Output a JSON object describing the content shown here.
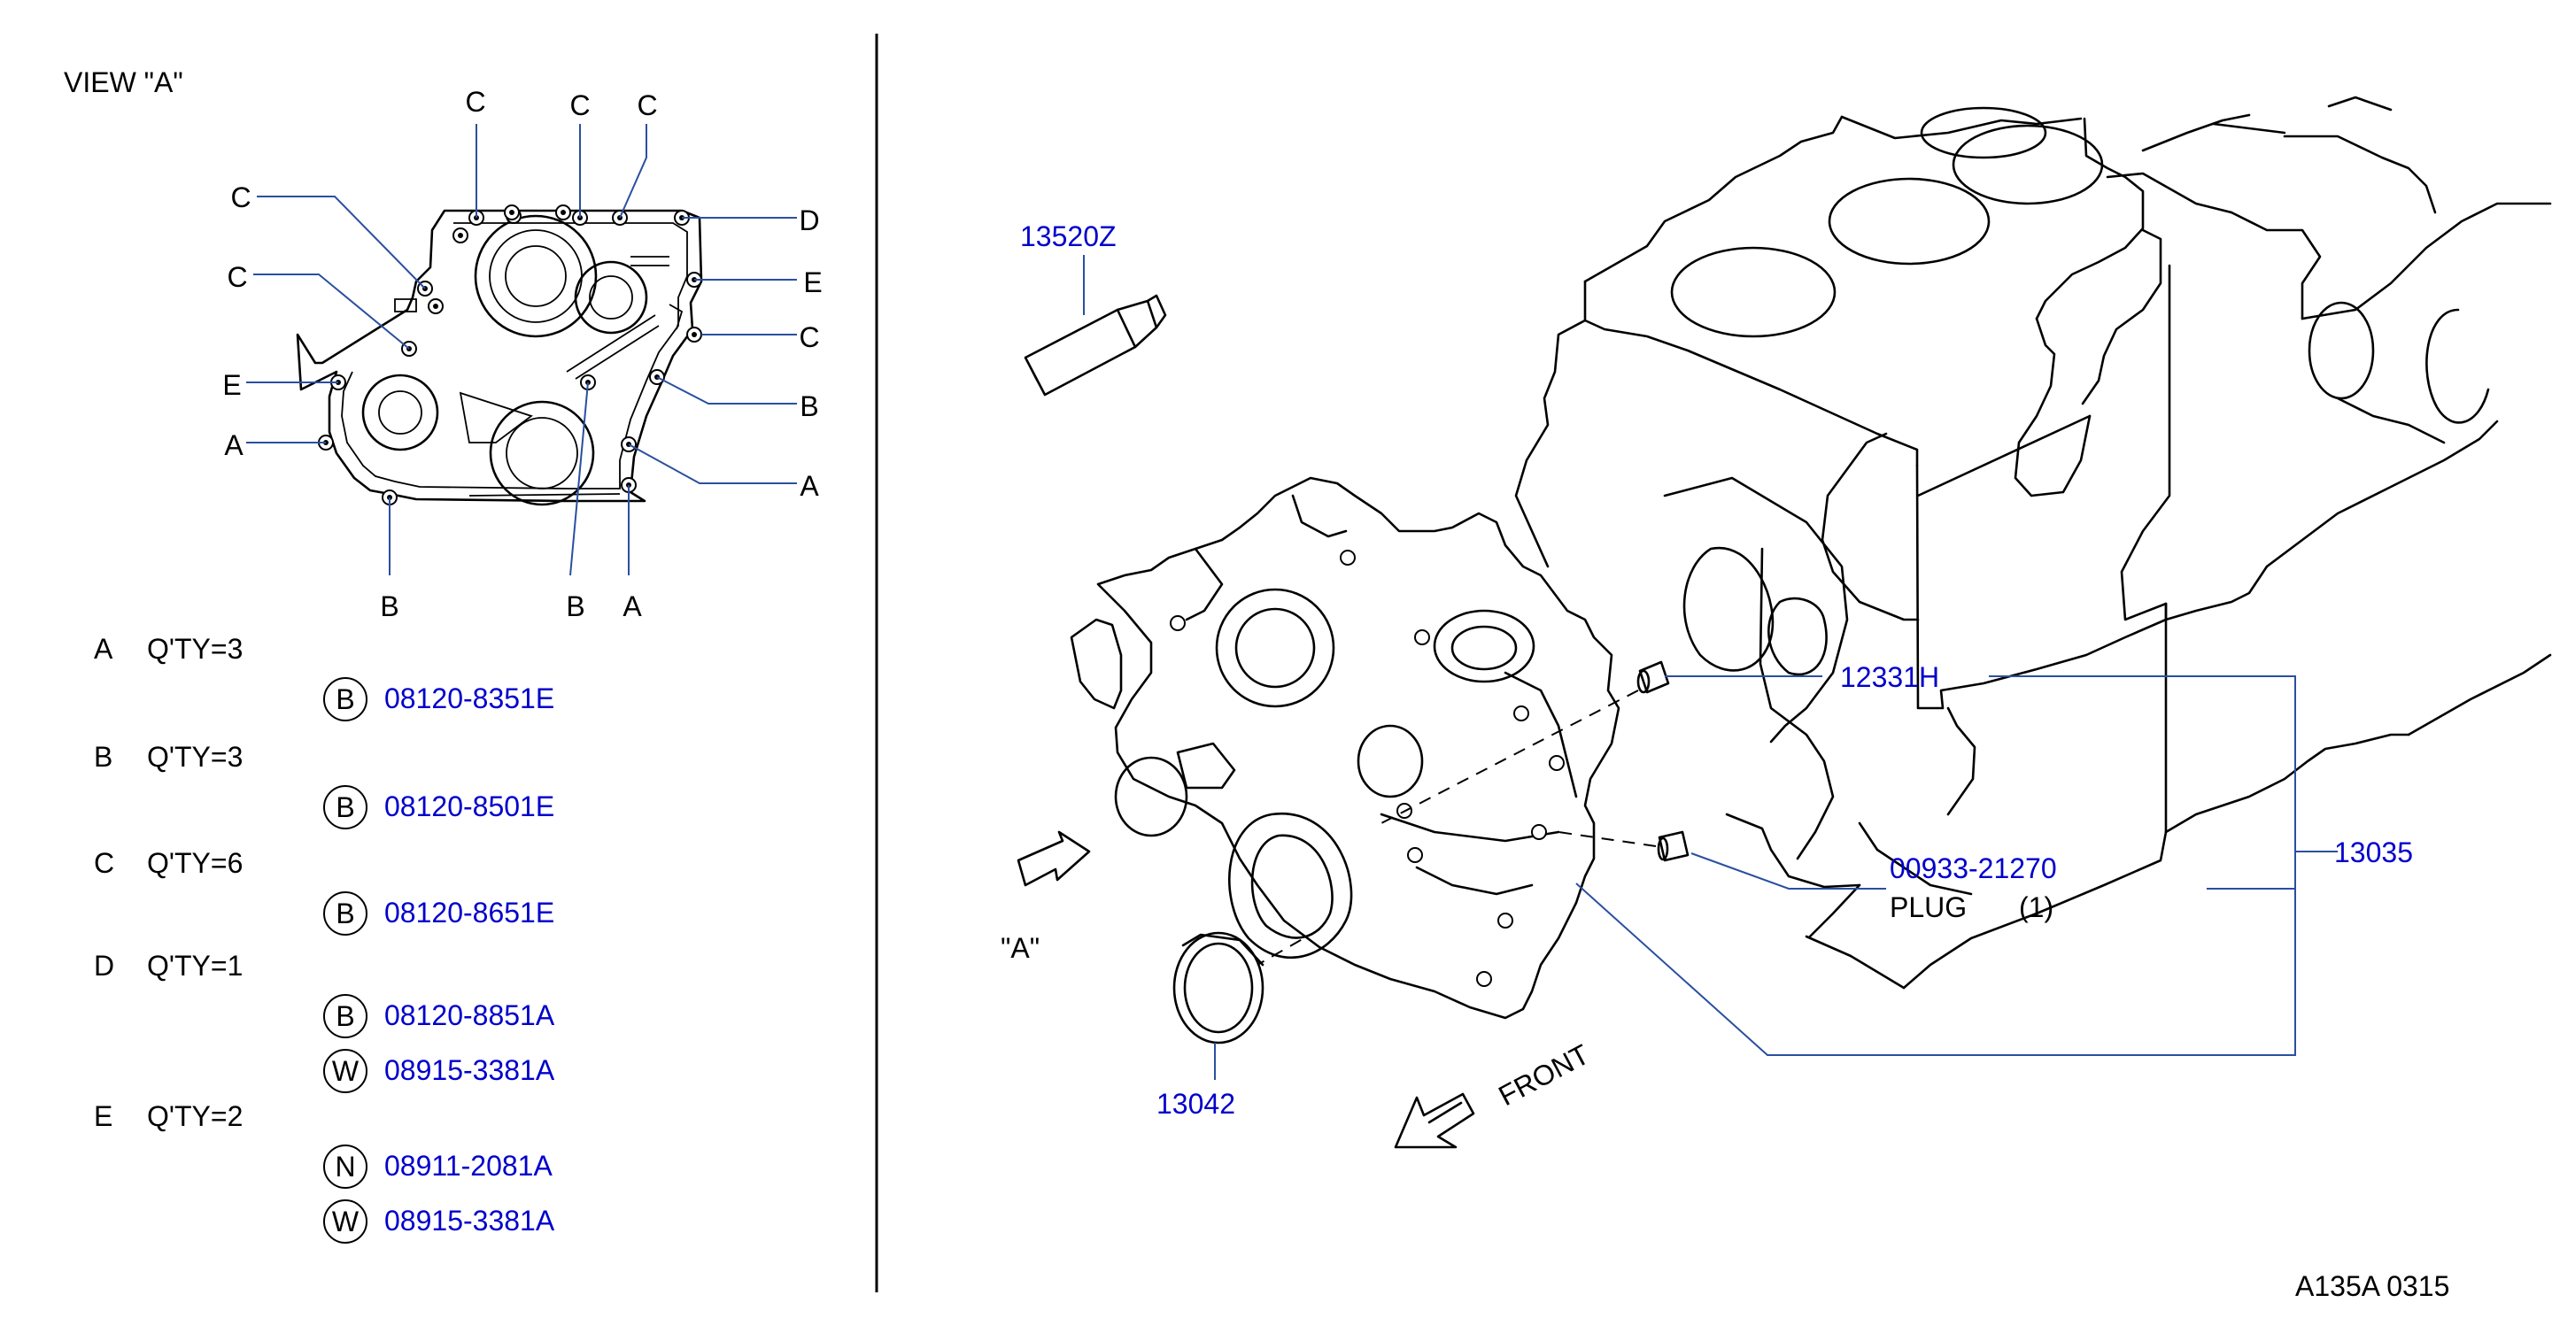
{
  "view_label": "VIEW \"A\"",
  "arrow_label": "\"A\"",
  "front_label": "FRONT",
  "view_callouts": [
    {
      "text": "C"
    },
    {
      "text": "C"
    },
    {
      "text": "C"
    },
    {
      "text": "C"
    },
    {
      "text": "D"
    },
    {
      "text": "C"
    },
    {
      "text": "E"
    },
    {
      "text": "C"
    },
    {
      "text": "E"
    },
    {
      "text": "B"
    },
    {
      "text": "A"
    },
    {
      "text": "A"
    },
    {
      "text": "B"
    },
    {
      "text": "B"
    },
    {
      "text": "A"
    }
  ],
  "fastener_groups": [
    {
      "letter": "A",
      "qty": "Q'TY=3",
      "parts": [
        {
          "symbol": "B",
          "number": "08120-8351E"
        }
      ]
    },
    {
      "letter": "B",
      "qty": "Q'TY=3",
      "parts": [
        {
          "symbol": "B",
          "number": "08120-8501E"
        }
      ]
    },
    {
      "letter": "C",
      "qty": "Q'TY=6",
      "parts": [
        {
          "symbol": "B",
          "number": "08120-8651E"
        }
      ]
    },
    {
      "letter": "D",
      "qty": "Q'TY=1",
      "parts": [
        {
          "symbol": "B",
          "number": "08120-8851A"
        },
        {
          "symbol": "W",
          "number": "08915-3381A"
        }
      ]
    },
    {
      "letter": "E",
      "qty": "Q'TY=2",
      "parts": [
        {
          "symbol": "N",
          "number": "08911-2081A"
        },
        {
          "symbol": "W",
          "number": "08915-3381A"
        }
      ]
    }
  ],
  "part_labels": {
    "p13520z": "13520Z",
    "p12331h": "12331H",
    "p13035": "13035",
    "p00933": "00933-21270",
    "plug_name": "PLUG",
    "plug_qty": "(1)",
    "p13042": "13042"
  },
  "footer_code": "A135A  0315",
  "colors": {
    "part_number": "#0000cc",
    "leader": "#2a4fa0",
    "line": "#000000"
  }
}
